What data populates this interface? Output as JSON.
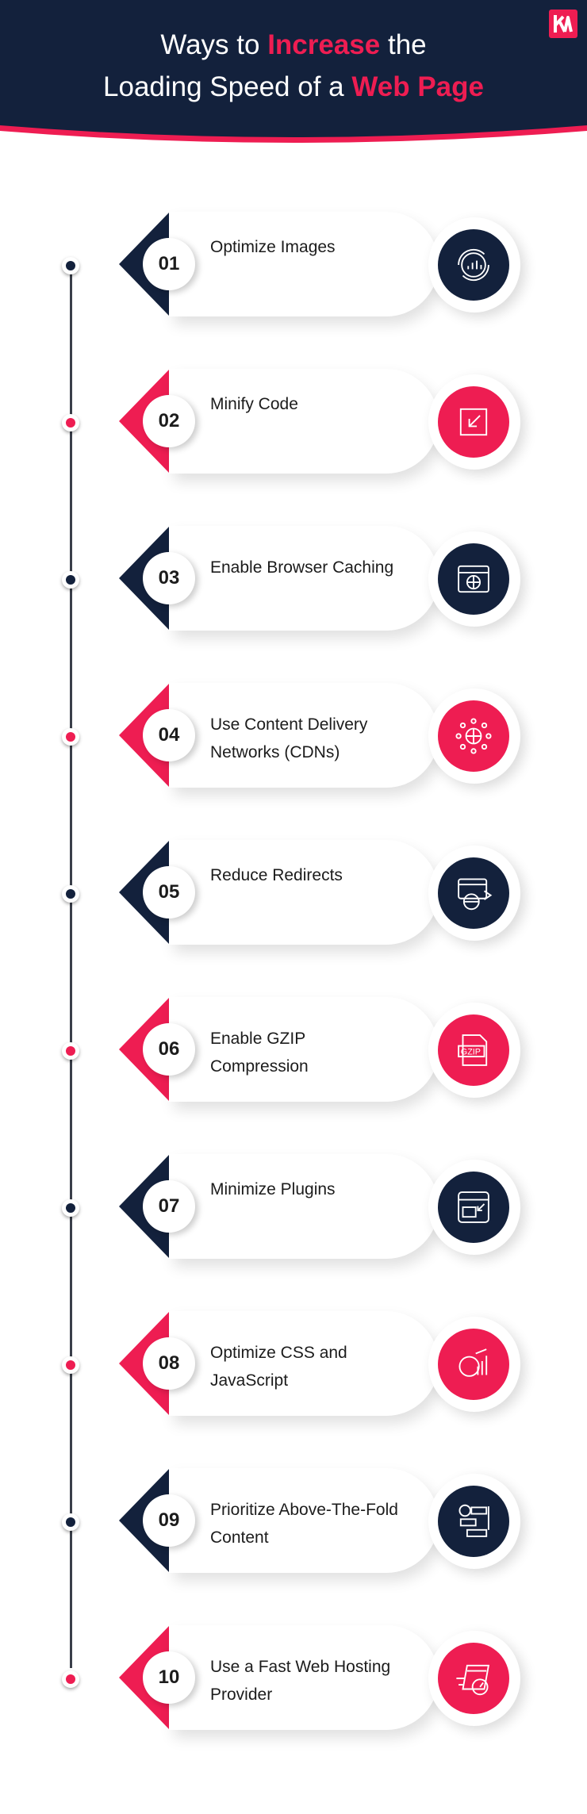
{
  "header": {
    "title_line1_pre": "Ways to ",
    "title_line1_hl": "Increase",
    "title_line1_post": " the",
    "title_line2_pre": "Loading Speed of a ",
    "title_line2_hl": "Web Page",
    "logo": "K-logo"
  },
  "colors": {
    "navy": "#13213c",
    "accent": "#ee1d52"
  },
  "items": [
    {
      "number": "01",
      "label": "Optimize Images",
      "icon": "gear-chart-icon",
      "color": "navy"
    },
    {
      "number": "02",
      "label": "Minify Code",
      "icon": "minimize-arrow-icon",
      "color": "accent"
    },
    {
      "number": "03",
      "label": "Enable Browser Caching",
      "icon": "browser-globe-icon",
      "color": "navy"
    },
    {
      "number": "04",
      "label": "Use Content Delivery Networks (CDNs)",
      "icon": "network-globe-icon",
      "color": "accent"
    },
    {
      "number": "05",
      "label": "Reduce Redirects",
      "icon": "redirect-globe-icon",
      "color": "navy"
    },
    {
      "number": "06",
      "label": "Enable GZIP Compression",
      "icon": "gzip-file-icon",
      "color": "accent"
    },
    {
      "number": "07",
      "label": "Minimize Plugins",
      "icon": "plugin-window-icon",
      "color": "navy"
    },
    {
      "number": "08",
      "label": "Optimize CSS and JavaScript",
      "icon": "gear-bars-icon",
      "color": "accent"
    },
    {
      "number": "09",
      "label": "Prioritize Above-The-Fold Content",
      "icon": "priority-list-icon",
      "color": "navy"
    },
    {
      "number": "10",
      "label": "Use a Fast Web Hosting Provider",
      "icon": "speed-server-icon",
      "color": "accent"
    }
  ]
}
